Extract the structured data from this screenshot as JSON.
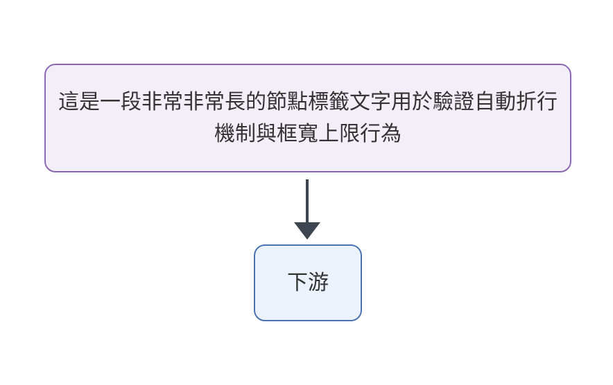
{
  "diagram": {
    "nodes": [
      {
        "id": "upstream",
        "label": "這是一段非常非常長的節點標籤文字用於驗證自動折行機制與框寬上限行為",
        "fill": "#f3eff8",
        "stroke": "#8b68b2"
      },
      {
        "id": "downstream",
        "label": "下游",
        "fill": "#ebf2fb",
        "stroke": "#4a73b4"
      }
    ],
    "edges": [
      {
        "from": "upstream",
        "to": "downstream",
        "color": "#3d4650"
      }
    ]
  }
}
